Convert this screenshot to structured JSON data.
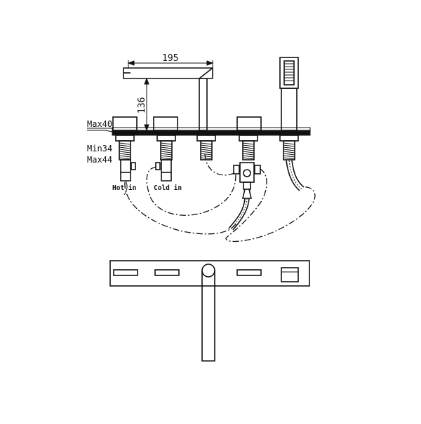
{
  "dimensions": {
    "spout_width": "195",
    "spout_height": "136",
    "deck_max": "Max40",
    "thread_min": "Min34",
    "thread_max": "Max44"
  },
  "labels": {
    "hot_in": "Hot in",
    "cold_in": "Cold in"
  }
}
